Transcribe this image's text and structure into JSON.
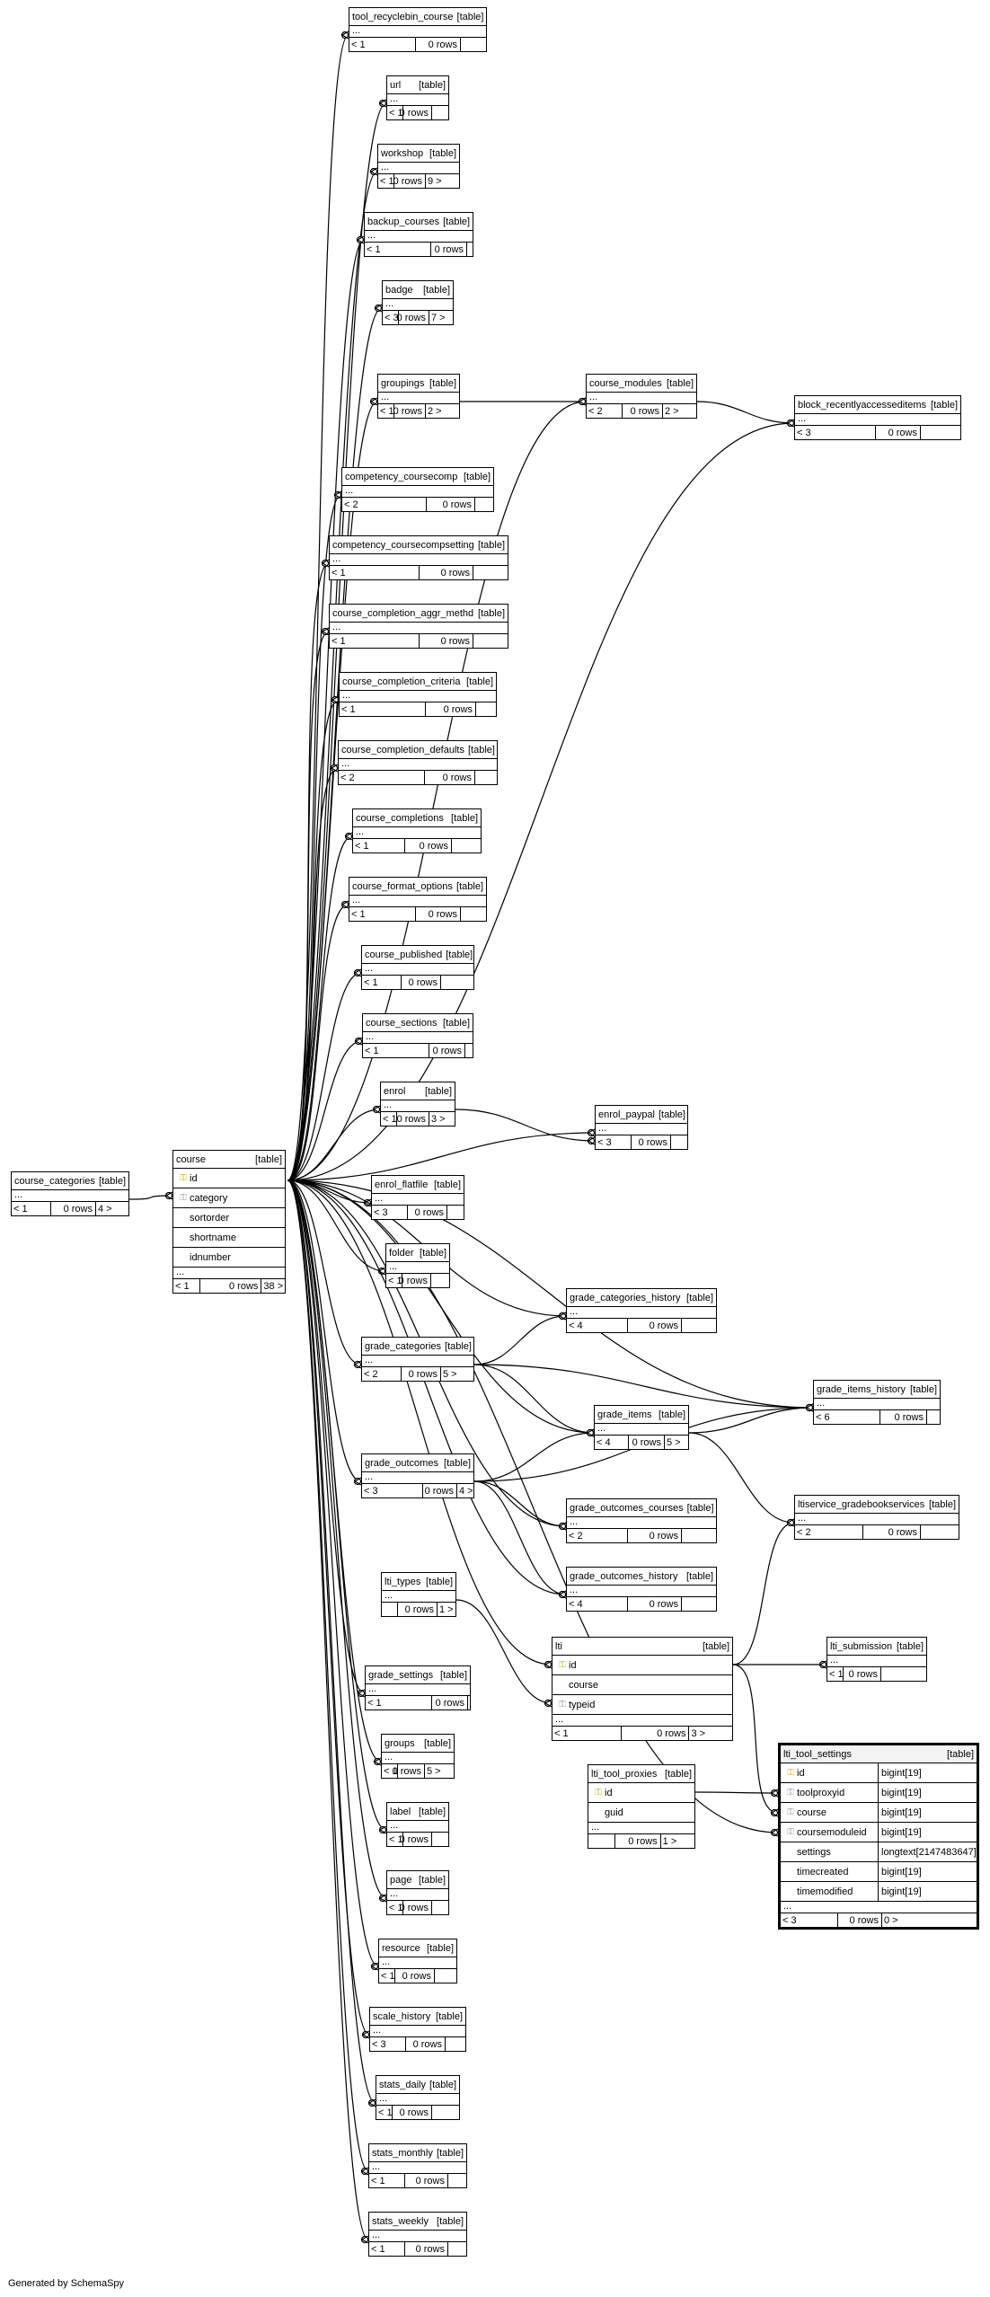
{
  "diagram": {
    "generated_by": "Generated by SchemaSpy",
    "type_tag": "[table]",
    "ellipsis": "...",
    "tables": [
      {
        "id": "tool_recyclebin_course",
        "name": "tool_recyclebin_course",
        "parents": "< 1",
        "rows": "0 rows",
        "children": ""
      },
      {
        "id": "url",
        "name": "url",
        "parents": "< 1",
        "rows": "0 rows",
        "children": ""
      },
      {
        "id": "workshop",
        "name": "workshop",
        "parents": "< 1",
        "rows": "0 rows",
        "children": "9 >"
      },
      {
        "id": "backup_courses",
        "name": "backup_courses",
        "parents": "< 1",
        "rows": "0 rows",
        "children": ""
      },
      {
        "id": "badge",
        "name": "badge",
        "parents": "< 3",
        "rows": "0 rows",
        "children": "7 >"
      },
      {
        "id": "groupings",
        "name": "groupings",
        "parents": "< 1",
        "rows": "0 rows",
        "children": "2 >"
      },
      {
        "id": "course_modules",
        "name": "course_modules",
        "parents": "< 2",
        "rows": "0 rows",
        "children": "2 >"
      },
      {
        "id": "block_recentlyaccesseditems",
        "name": "block_recentlyaccesseditems",
        "parents": "< 3",
        "rows": "0 rows",
        "children": ""
      },
      {
        "id": "competency_coursecomp",
        "name": "competency_coursecomp",
        "parents": "< 2",
        "rows": "0 rows",
        "children": ""
      },
      {
        "id": "competency_coursecompsetting",
        "name": "competency_coursecompsetting",
        "parents": "< 1",
        "rows": "0 rows",
        "children": ""
      },
      {
        "id": "course_completion_aggr_methd",
        "name": "course_completion_aggr_methd",
        "parents": "< 1",
        "rows": "0 rows",
        "children": ""
      },
      {
        "id": "course_completion_criteria",
        "name": "course_completion_criteria",
        "parents": "< 1",
        "rows": "0 rows",
        "children": ""
      },
      {
        "id": "course_completion_defaults",
        "name": "course_completion_defaults",
        "parents": "< 2",
        "rows": "0 rows",
        "children": ""
      },
      {
        "id": "course_completions",
        "name": "course_completions",
        "parents": "< 1",
        "rows": "0 rows",
        "children": ""
      },
      {
        "id": "course_format_options",
        "name": "course_format_options",
        "parents": "< 1",
        "rows": "0 rows",
        "children": ""
      },
      {
        "id": "course_published",
        "name": "course_published",
        "parents": "< 1",
        "rows": "0 rows",
        "children": ""
      },
      {
        "id": "course_sections",
        "name": "course_sections",
        "parents": "< 1",
        "rows": "0 rows",
        "children": ""
      },
      {
        "id": "enrol",
        "name": "enrol",
        "parents": "< 1",
        "rows": "0 rows",
        "children": "3 >"
      },
      {
        "id": "enrol_paypal",
        "name": "enrol_paypal",
        "parents": "< 3",
        "rows": "0 rows",
        "children": ""
      },
      {
        "id": "course_categories",
        "name": "course_categories",
        "parents": "< 1",
        "rows": "0 rows",
        "children": "4 >"
      },
      {
        "id": "enrol_flatfile",
        "name": "enrol_flatfile",
        "parents": "< 3",
        "rows": "0 rows",
        "children": ""
      },
      {
        "id": "folder",
        "name": "folder",
        "parents": "< 1",
        "rows": "0 rows",
        "children": ""
      },
      {
        "id": "grade_categories_history",
        "name": "grade_categories_history",
        "parents": "< 4",
        "rows": "0 rows",
        "children": ""
      },
      {
        "id": "grade_categories",
        "name": "grade_categories",
        "parents": "< 2",
        "rows": "0 rows",
        "children": "5 >"
      },
      {
        "id": "grade_items_history",
        "name": "grade_items_history",
        "parents": "< 6",
        "rows": "0 rows",
        "children": ""
      },
      {
        "id": "grade_items",
        "name": "grade_items",
        "parents": "< 4",
        "rows": "0 rows",
        "children": "5 >"
      },
      {
        "id": "grade_outcomes",
        "name": "grade_outcomes",
        "parents": "< 3",
        "rows": "0 rows",
        "children": "4 >"
      },
      {
        "id": "grade_outcomes_courses",
        "name": "grade_outcomes_courses",
        "parents": "< 2",
        "rows": "0 rows",
        "children": ""
      },
      {
        "id": "ltiservice_gradebookservices",
        "name": "ltiservice_gradebookservices",
        "parents": "< 2",
        "rows": "0 rows",
        "children": ""
      },
      {
        "id": "grade_outcomes_history",
        "name": "grade_outcomes_history",
        "parents": "< 4",
        "rows": "0 rows",
        "children": ""
      },
      {
        "id": "lti_types",
        "name": "lti_types",
        "parents": "",
        "rows": "0 rows",
        "children": "1 >"
      },
      {
        "id": "lti_submission",
        "name": "lti_submission",
        "parents": "< 1",
        "rows": "0 rows",
        "children": ""
      },
      {
        "id": "grade_settings",
        "name": "grade_settings",
        "parents": "< 1",
        "rows": "0 rows",
        "children": ""
      },
      {
        "id": "groups",
        "name": "groups",
        "parents": "< 1",
        "rows": "0 rows",
        "children": "5 >"
      },
      {
        "id": "label",
        "name": "label",
        "parents": "< 1",
        "rows": "0 rows",
        "children": ""
      },
      {
        "id": "page",
        "name": "page",
        "parents": "< 1",
        "rows": "0 rows",
        "children": ""
      },
      {
        "id": "resource",
        "name": "resource",
        "parents": "< 1",
        "rows": "0 rows",
        "children": ""
      },
      {
        "id": "scale_history",
        "name": "scale_history",
        "parents": "< 3",
        "rows": "0 rows",
        "children": ""
      },
      {
        "id": "stats_daily",
        "name": "stats_daily",
        "parents": "< 1",
        "rows": "0 rows",
        "children": ""
      },
      {
        "id": "stats_monthly",
        "name": "stats_monthly",
        "parents": "< 1",
        "rows": "0 rows",
        "children": ""
      },
      {
        "id": "stats_weekly",
        "name": "stats_weekly",
        "parents": "< 1",
        "rows": "0 rows",
        "children": ""
      }
    ],
    "course": {
      "name": "course",
      "columns": [
        {
          "name": "id",
          "key": "pk"
        },
        {
          "name": "category",
          "key": "fk"
        },
        {
          "name": "sortorder",
          "key": ""
        },
        {
          "name": "shortname",
          "key": ""
        },
        {
          "name": "idnumber",
          "key": ""
        }
      ],
      "parents": "< 1",
      "rows": "0 rows",
      "children": "38 >"
    },
    "lti": {
      "name": "lti",
      "columns": [
        {
          "name": "id",
          "key": "pk"
        },
        {
          "name": "course",
          "key": ""
        },
        {
          "name": "typeid",
          "key": "fk"
        }
      ],
      "parents": "< 1",
      "rows": "0 rows",
      "children": "3 >"
    },
    "lti_tool_proxies": {
      "name": "lti_tool_proxies",
      "columns": [
        {
          "name": "id",
          "key": "pk"
        },
        {
          "name": "guid",
          "key": ""
        }
      ],
      "parents": "",
      "rows": "0 rows",
      "children": "1 >"
    },
    "lti_tool_settings": {
      "name": "lti_tool_settings",
      "columns": [
        {
          "name": "id",
          "key": "pk",
          "type": "bigint[19]"
        },
        {
          "name": "toolproxyid",
          "key": "fk",
          "type": "bigint[19]"
        },
        {
          "name": "course",
          "key": "fk",
          "type": "bigint[19]"
        },
        {
          "name": "coursemoduleid",
          "key": "fk",
          "type": "bigint[19]"
        },
        {
          "name": "settings",
          "key": "",
          "type": "longtext[2147483647]"
        },
        {
          "name": "timecreated",
          "key": "",
          "type": "bigint[19]"
        },
        {
          "name": "timemodified",
          "key": "",
          "type": "bigint[19]"
        }
      ],
      "parents": "< 3",
      "rows": "0 rows",
      "children": "0 >"
    },
    "colors": {
      "pk_icon": "#c9b800",
      "fk_icon": "#9a9a9a",
      "lines": "#000000",
      "focus_header": "#f3f3f3"
    }
  }
}
